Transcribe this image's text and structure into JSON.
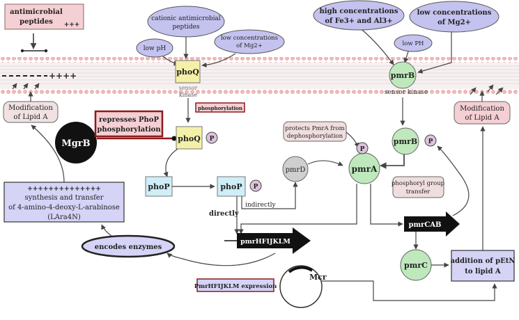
{
  "labels": {
    "antimicrobial_line1": "antimicrobial",
    "antimicrobial_line2": "peptides",
    "antimicrobial_charge": "+++",
    "membrane_charge": "++++",
    "cationic_line1": "cationic antimicrobial",
    "cationic_line2": "peptides",
    "low_ph_left": "low pH",
    "low_mg_left_line1": "low concentrations",
    "low_mg_left_line2": "of Mg2+",
    "high_fe_line1": "high concentrations",
    "high_fe_line2": "of Fe3+ and Al3+",
    "low_mg_right_line1": "low concentrations",
    "low_mg_right_line2": "of Mg2+",
    "low_ph_right": "low PH",
    "phoq_membrane": "phoQ",
    "sensor_left_line1": "sensor",
    "sensor_left_line2": "kinase",
    "pmrb_membrane": "pmrB",
    "sensor_kinase_right": "sensor kinase",
    "phosphorylation": "phosphorylation",
    "mod_left_line1": "Modification",
    "mod_left_line2": "of Lipid A",
    "mod_right_line1": "Modification",
    "mod_right_line2": "of Lipid A",
    "mgrb": "MgrB",
    "represses_line1": "represses PhoP",
    "represses_line2": "phosphorylation",
    "phoq_p": "phoQ",
    "p": "P",
    "protects_line1": "protects PmrA from",
    "protects_line2": "dephosphorylation",
    "pmrb_p": "pmrB",
    "phop_left": "phoP",
    "phop_right": "phoP",
    "pmrd": "pmrD",
    "pmra": "pmrA",
    "phosphoryl_line1": "phosphoryl group",
    "phosphoryl_line2": "transfer",
    "plus_row": "++++++++++++++",
    "synthesis_line1": "synthesis and transfer",
    "synthesis_line2": "of 4-amino-4-deoxy-L-arabinose",
    "synthesis_line3": "(LAra4N)",
    "directly": "directly",
    "indirectly": "indirectly",
    "pmrcab": "pmrCAB",
    "encodes": "encodes enzymes",
    "pmrhfijklm": "pmrHFIJKLM",
    "pmrc": "pmrC",
    "addition_line1": "addition of pEtN",
    "addition_line2": "to lipid A",
    "mcr": "Mcr",
    "expression": "PmrHFIJKLM expression"
  },
  "colors": {
    "membrane_head": "#f2b8b8",
    "box_pink": "#f4cfd3",
    "box_purple": "#d5d3f6",
    "ellipse_purple": "#c4c2ee",
    "phoq_yellow": "#f4f0a8",
    "phop_blue": "#cfeef8",
    "node_green": "#bfe9bd",
    "node_grey": "#cfcfcf",
    "p_circle": "#dcc4dc",
    "dark_red": "#8b1a1a"
  }
}
